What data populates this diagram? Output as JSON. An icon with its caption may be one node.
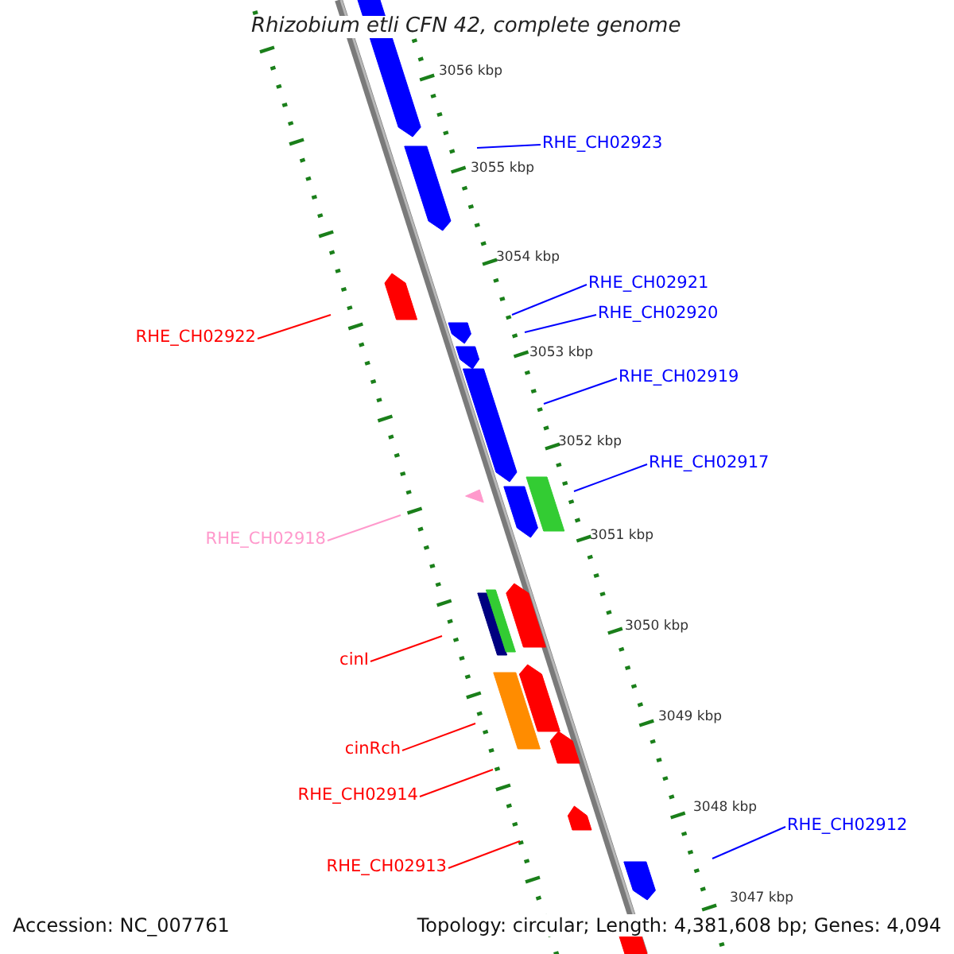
{
  "diagram": {
    "title": "Rhizobium etli CFN 42, complete genome",
    "nodes": [
      {
        "text": [
          "RHE_CH02923"
        ]
      },
      {
        "text": [
          "RHE_CH02921"
        ]
      },
      {
        "text": [
          "RHE_CH02922"
        ]
      },
      {
        "text": [
          "RHE_CH02920"
        ]
      },
      {
        "text": [
          "RHE_CH02919"
        ]
      },
      {
        "text": [
          "RHE_CH02917"
        ]
      },
      {
        "text": [
          "RHE_CH02918"
        ]
      },
      {
        "text": [
          "cinI"
        ]
      },
      {
        "text": [
          "cinRch"
        ]
      },
      {
        "text": [
          "RHE_CH02914"
        ]
      },
      {
        "text": [
          "RHE_CH02913"
        ]
      },
      {
        "text": [
          "RHE_CH02912"
        ]
      }
    ],
    "edges": [
      {
        "from": 0,
        "to": null,
        "arrow": "none"
      },
      {
        "from": 1,
        "to": null,
        "arrow": "none"
      },
      {
        "from": 2,
        "to": null,
        "arrow": "none",
        "color": "#ff0000"
      },
      {
        "from": 3,
        "to": null,
        "arrow": "none"
      },
      {
        "from": 4,
        "to": null,
        "arrow": "none"
      },
      {
        "from": 5,
        "to": null,
        "arrow": "none"
      },
      {
        "from": 6,
        "to": null,
        "arrow": "none",
        "color": "#ff99cc"
      },
      {
        "from": 7,
        "to": null,
        "arrow": "none",
        "color": "#ff0000"
      },
      {
        "from": 8,
        "to": null,
        "arrow": "none",
        "color": "#ff0000"
      },
      {
        "from": 9,
        "to": null,
        "arrow": "none",
        "color": "#ff0000"
      },
      {
        "from": 10,
        "to": null,
        "arrow": "none",
        "color": "#ff0000"
      },
      {
        "from": 11,
        "to": null,
        "arrow": "none"
      }
    ],
    "labels": [
      "3056 kbp",
      "3055 kbp",
      "3054 kbp",
      "3053 kbp",
      "3052 kbp",
      "3051 kbp",
      "3050 kbp",
      "3049 kbp",
      "3048 kbp",
      "3047 kbp",
      "Accession: NC_007761",
      "Topology: circular; Length: 4,381,608 bp; Genes: 4,094"
    ]
  }
}
